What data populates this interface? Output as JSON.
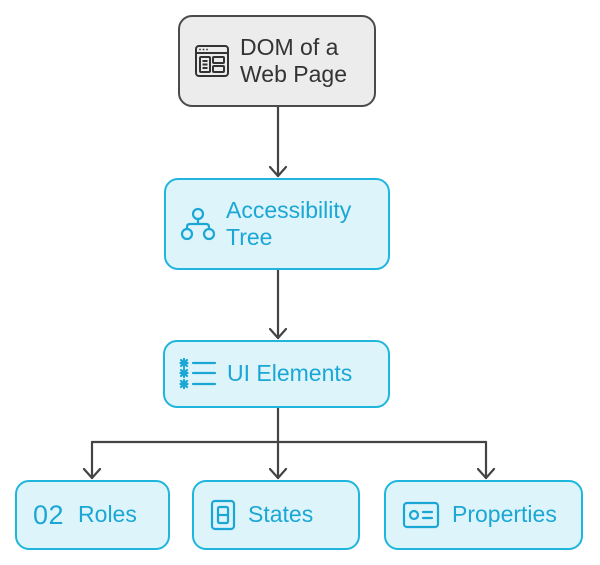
{
  "colors": {
    "accent": "#1fb6dd",
    "accent_fill": "#def4fb",
    "accent_text": "#1aa7d6",
    "neutral_border": "#4b4b4b",
    "neutral_fill": "#ececec",
    "neutral_text": "#333333",
    "connector": "#444444"
  },
  "nodes": {
    "dom": {
      "label": "DOM of a\nWeb Page",
      "icon": "web-page-icon"
    },
    "accessibility_tree": {
      "label": "Accessibility\nTree",
      "icon": "tree-hierarchy-icon"
    },
    "ui_elements": {
      "label": "UI Elements",
      "icon": "list-icon"
    },
    "roles": {
      "number": "02",
      "label": "Roles"
    },
    "states": {
      "label": "States",
      "icon": "toggle-state-icon"
    },
    "properties": {
      "label": "Properties",
      "icon": "id-card-icon"
    }
  }
}
